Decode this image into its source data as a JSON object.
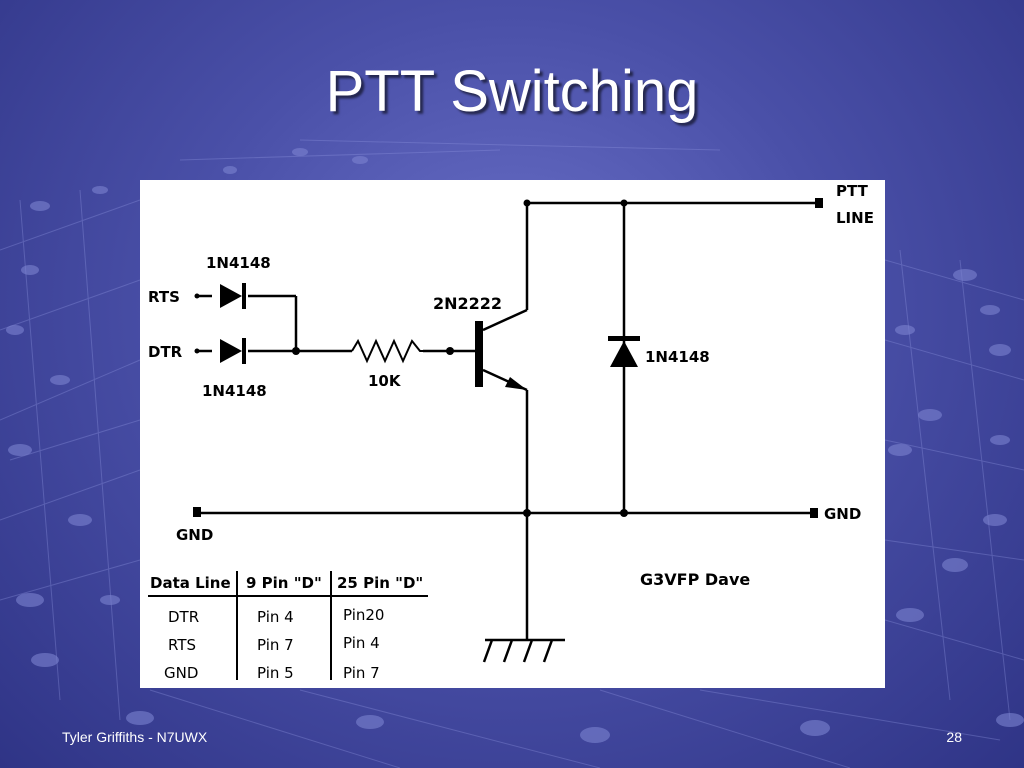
{
  "slide": {
    "title": "PTT Switching",
    "footer_author": "Tyler Griffiths - N7UWX",
    "page_number": "28"
  },
  "schematic": {
    "labels": {
      "rts": "RTS",
      "dtr": "DTR",
      "diode_top": "1N4148",
      "diode_bottom": "1N4148",
      "resistor": "10K",
      "transistor": "2N2222",
      "diode_right": "1N4148",
      "ptt_line_1": "PTT",
      "ptt_line_2": "LINE",
      "gnd_left": "GND",
      "gnd_right": "GND",
      "credit": "G3VFP Dave"
    },
    "table": {
      "headers": [
        "Data Line",
        "9 Pin \"D\"",
        "25 Pin \"D\""
      ],
      "rows": [
        [
          "DTR",
          "Pin 4",
          "Pin20"
        ],
        [
          "RTS",
          "Pin 7",
          "Pin 4"
        ],
        [
          "GND",
          "Pin 5",
          "Pin 7"
        ]
      ]
    }
  }
}
